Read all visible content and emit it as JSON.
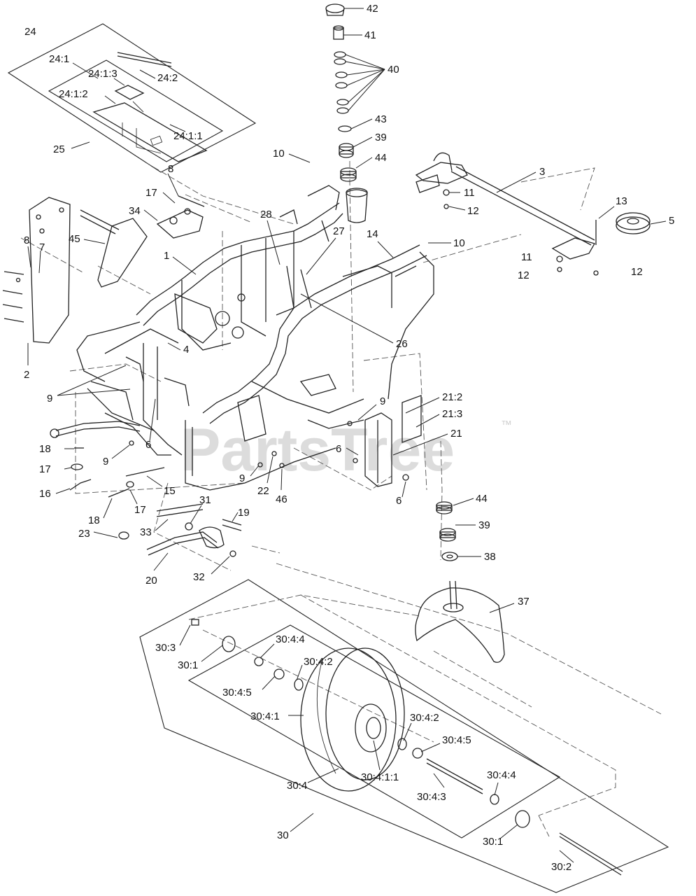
{
  "watermark": {
    "text": "PartsTree",
    "trademark": "™"
  },
  "colors": {
    "line": "#222222",
    "watermark": "#d9d9d9",
    "background": "#ffffff"
  },
  "labels": [
    {
      "id": "l-42",
      "text": "42"
    },
    {
      "id": "l-41",
      "text": "41"
    },
    {
      "id": "l-40",
      "text": "40"
    },
    {
      "id": "l-43",
      "text": "43"
    },
    {
      "id": "l-39a",
      "text": "39"
    },
    {
      "id": "l-44a",
      "text": "44"
    },
    {
      "id": "l-24",
      "text": "24"
    },
    {
      "id": "l-24-1",
      "text": "24:1"
    },
    {
      "id": "l-24-1-3",
      "text": "24:1:3"
    },
    {
      "id": "l-24-2",
      "text": "24:2"
    },
    {
      "id": "l-24-1-2",
      "text": "24:1:2"
    },
    {
      "id": "l-24-1-1",
      "text": "24:1:1"
    },
    {
      "id": "l-25",
      "text": "25"
    },
    {
      "id": "l-10a",
      "text": "10"
    },
    {
      "id": "l-3",
      "text": "3"
    },
    {
      "id": "l-11a",
      "text": "11"
    },
    {
      "id": "l-12a",
      "text": "12"
    },
    {
      "id": "l-13",
      "text": "13"
    },
    {
      "id": "l-5",
      "text": "5"
    },
    {
      "id": "l-8a",
      "text": "8"
    },
    {
      "id": "l-17a",
      "text": "17"
    },
    {
      "id": "l-34",
      "text": "34"
    },
    {
      "id": "l-28",
      "text": "28"
    },
    {
      "id": "l-27",
      "text": "27"
    },
    {
      "id": "l-14",
      "text": "14"
    },
    {
      "id": "l-10b",
      "text": "10"
    },
    {
      "id": "l-11b",
      "text": "11"
    },
    {
      "id": "l-12b",
      "text": "12"
    },
    {
      "id": "l-12c",
      "text": "12"
    },
    {
      "id": "l-45",
      "text": "45"
    },
    {
      "id": "l-8b",
      "text": "8"
    },
    {
      "id": "l-7",
      "text": "7"
    },
    {
      "id": "l-1",
      "text": "1"
    },
    {
      "id": "l-26",
      "text": "26"
    },
    {
      "id": "l-4",
      "text": "4"
    },
    {
      "id": "l-2",
      "text": "2"
    },
    {
      "id": "l-9a",
      "text": "9"
    },
    {
      "id": "l-21-2",
      "text": "21:2"
    },
    {
      "id": "l-21-3",
      "text": "21:3"
    },
    {
      "id": "l-9b",
      "text": "9"
    },
    {
      "id": "l-21",
      "text": "21"
    },
    {
      "id": "l-6a",
      "text": "6"
    },
    {
      "id": "l-18a",
      "text": "18"
    },
    {
      "id": "l-9c",
      "text": "9"
    },
    {
      "id": "l-6b",
      "text": "6"
    },
    {
      "id": "l-17b",
      "text": "17"
    },
    {
      "id": "l-9d",
      "text": "9"
    },
    {
      "id": "l-16",
      "text": "16"
    },
    {
      "id": "l-15",
      "text": "15"
    },
    {
      "id": "l-22",
      "text": "22"
    },
    {
      "id": "l-46",
      "text": "46"
    },
    {
      "id": "l-6c",
      "text": "6"
    },
    {
      "id": "l-44b",
      "text": "44"
    },
    {
      "id": "l-18b",
      "text": "18"
    },
    {
      "id": "l-17c",
      "text": "17"
    },
    {
      "id": "l-31",
      "text": "31"
    },
    {
      "id": "l-39b",
      "text": "39"
    },
    {
      "id": "l-33",
      "text": "33"
    },
    {
      "id": "l-19",
      "text": "19"
    },
    {
      "id": "l-23",
      "text": "23"
    },
    {
      "id": "l-38",
      "text": "38"
    },
    {
      "id": "l-20",
      "text": "20"
    },
    {
      "id": "l-32",
      "text": "32"
    },
    {
      "id": "l-37",
      "text": "37"
    },
    {
      "id": "l-30-3",
      "text": "30:3"
    },
    {
      "id": "l-30-4-4a",
      "text": "30:4:4"
    },
    {
      "id": "l-30-1a",
      "text": "30:1"
    },
    {
      "id": "l-30-4-2a",
      "text": "30:4:2"
    },
    {
      "id": "l-30-4-5a",
      "text": "30:4:5"
    },
    {
      "id": "l-30-4-1",
      "text": "30:4:1"
    },
    {
      "id": "l-30-4-2b",
      "text": "30:4:2"
    },
    {
      "id": "l-30-4-5b",
      "text": "30:4:5"
    },
    {
      "id": "l-30-4-4b",
      "text": "30:4:4"
    },
    {
      "id": "l-30-4",
      "text": "30:4"
    },
    {
      "id": "l-30-4-1-1",
      "text": "30:4:1:1"
    },
    {
      "id": "l-30-4-3",
      "text": "30:4:3"
    },
    {
      "id": "l-30",
      "text": "30"
    },
    {
      "id": "l-30-1b",
      "text": "30:1"
    },
    {
      "id": "l-30-2",
      "text": "30:2"
    }
  ]
}
